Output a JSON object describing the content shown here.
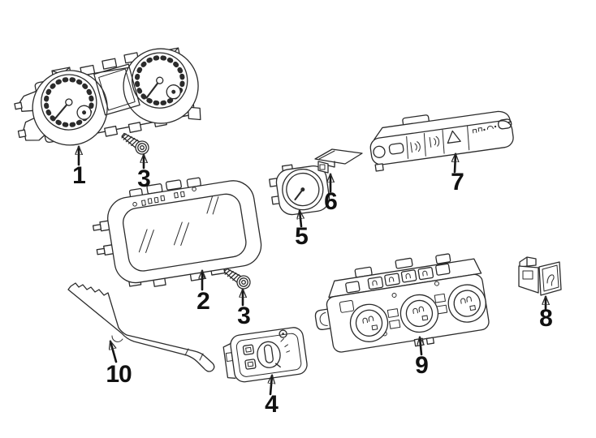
{
  "page": {
    "background_color": "#ffffff",
    "line_color": "#2b2b2b",
    "label_color": "#111111",
    "kind": "exploded-parts-line-diagram"
  },
  "callouts": [
    {
      "label": "1",
      "part": "instrument-cluster"
    },
    {
      "label": "3",
      "part": "screw-upper"
    },
    {
      "label": "2",
      "part": "cluster-lens-bezel"
    },
    {
      "label": "3",
      "part": "screw-lower"
    },
    {
      "label": "4",
      "part": "headlamp-switch"
    },
    {
      "label": "5",
      "part": "clock-gauge"
    },
    {
      "label": "6",
      "part": "sensor"
    },
    {
      "label": "7",
      "part": "switch-panel"
    },
    {
      "label": "8",
      "part": "accessory-switch"
    },
    {
      "label": "9",
      "part": "climate-control-panel"
    },
    {
      "label": "10",
      "part": "trim-molding"
    }
  ]
}
